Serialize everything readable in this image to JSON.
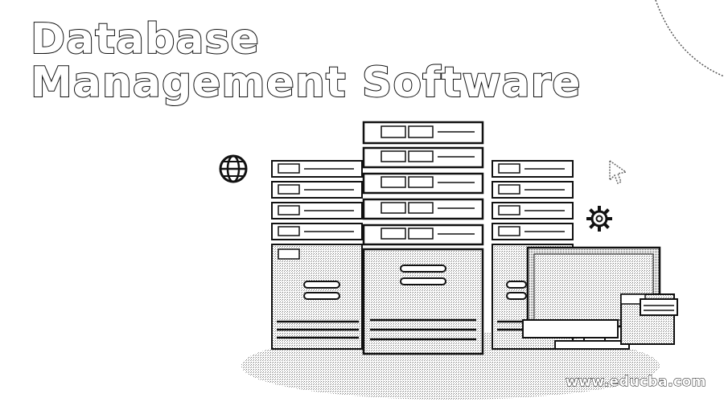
{
  "banner": {
    "title_line1": "Database",
    "title_line2": "Management Software",
    "watermark": "www.educba.com"
  },
  "icons": [
    "globe-icon",
    "gear-icon",
    "cursor-icon"
  ],
  "colors": {
    "background": "#ffffff",
    "ink": "#111111",
    "shade": "#9a9a9a"
  }
}
